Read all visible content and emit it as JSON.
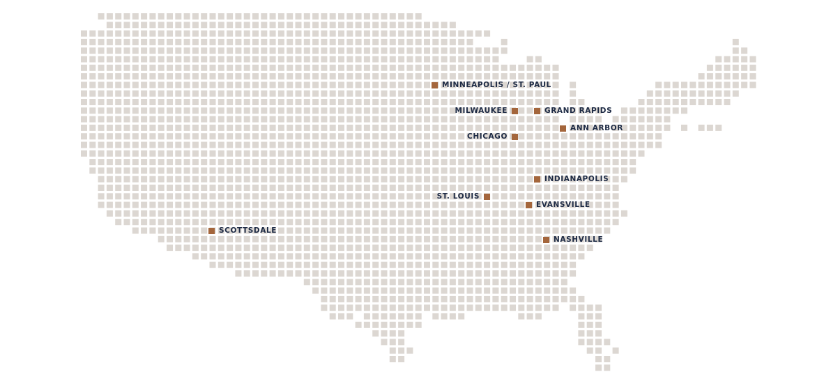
{
  "colors": {
    "dot": "#dcd7d2",
    "marker": "#a4663c",
    "label": "#1d2a44"
  },
  "locations": [
    {
      "name": "MINNEAPOLIS / ST. PAUL",
      "marker_icon": "square-marker"
    },
    {
      "name": "MILWAUKEE",
      "marker_icon": "square-marker"
    },
    {
      "name": "GRAND RAPIDS",
      "marker_icon": "square-marker"
    },
    {
      "name": "ANN ARBOR",
      "marker_icon": "square-marker"
    },
    {
      "name": "CHICAGO",
      "marker_icon": "square-marker"
    },
    {
      "name": "INDIANAPOLIS",
      "marker_icon": "square-marker"
    },
    {
      "name": "ST. LOUIS",
      "marker_icon": "square-marker"
    },
    {
      "name": "EVANSVILLE",
      "marker_icon": "square-marker"
    },
    {
      "name": "SCOTTSDALE",
      "marker_icon": "square-marker"
    },
    {
      "name": "NASHVILLE",
      "marker_icon": "square-marker"
    }
  ]
}
